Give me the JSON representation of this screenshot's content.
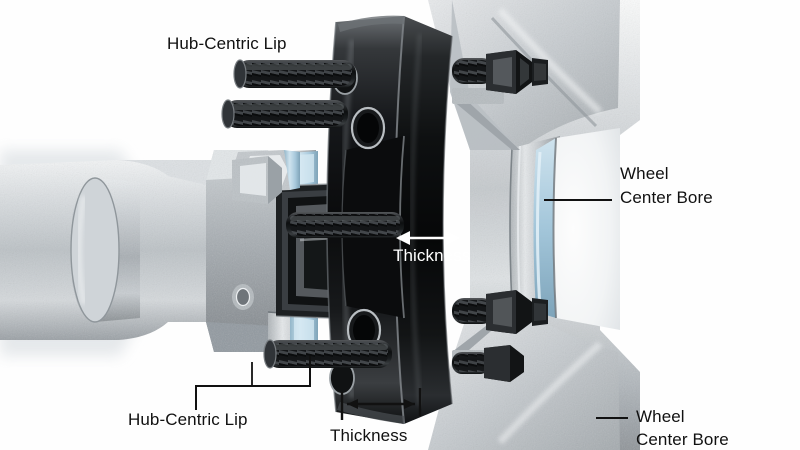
{
  "figure": {
    "kind": "wheel-spacer-cutaway-diagram",
    "background_color": "#fefefe",
    "accent_blue": "#b8d4e3",
    "spacer_color": "#0a0a0a",
    "aluminum_color": "#c9cdd0",
    "label_color": "#111111",
    "label_color_inverse": "#ffffff"
  },
  "labels": {
    "hub_centric_lip_top": "Hub-Centric Lip",
    "hub_centric_lip_bottom": "Hub-Centric Lip",
    "wheel_center_bore_top_line1": "Wheel",
    "wheel_center_bore_top_line2": "Center Bore",
    "wheel_center_bore_bottom_line1": "Wheel",
    "wheel_center_bore_bottom_line2": "Center Bore",
    "thickness_on_spacer": "Thickness",
    "thickness_below": "Thickness"
  },
  "parts": {
    "spacer": "wheel-spacer-disc",
    "studs": "threaded-wheel-studs",
    "lug_nuts": "hex-lug-nuts",
    "hub": "vehicle-hub-cutaway",
    "wheel": "wheel-mounting-face-cutaway"
  }
}
